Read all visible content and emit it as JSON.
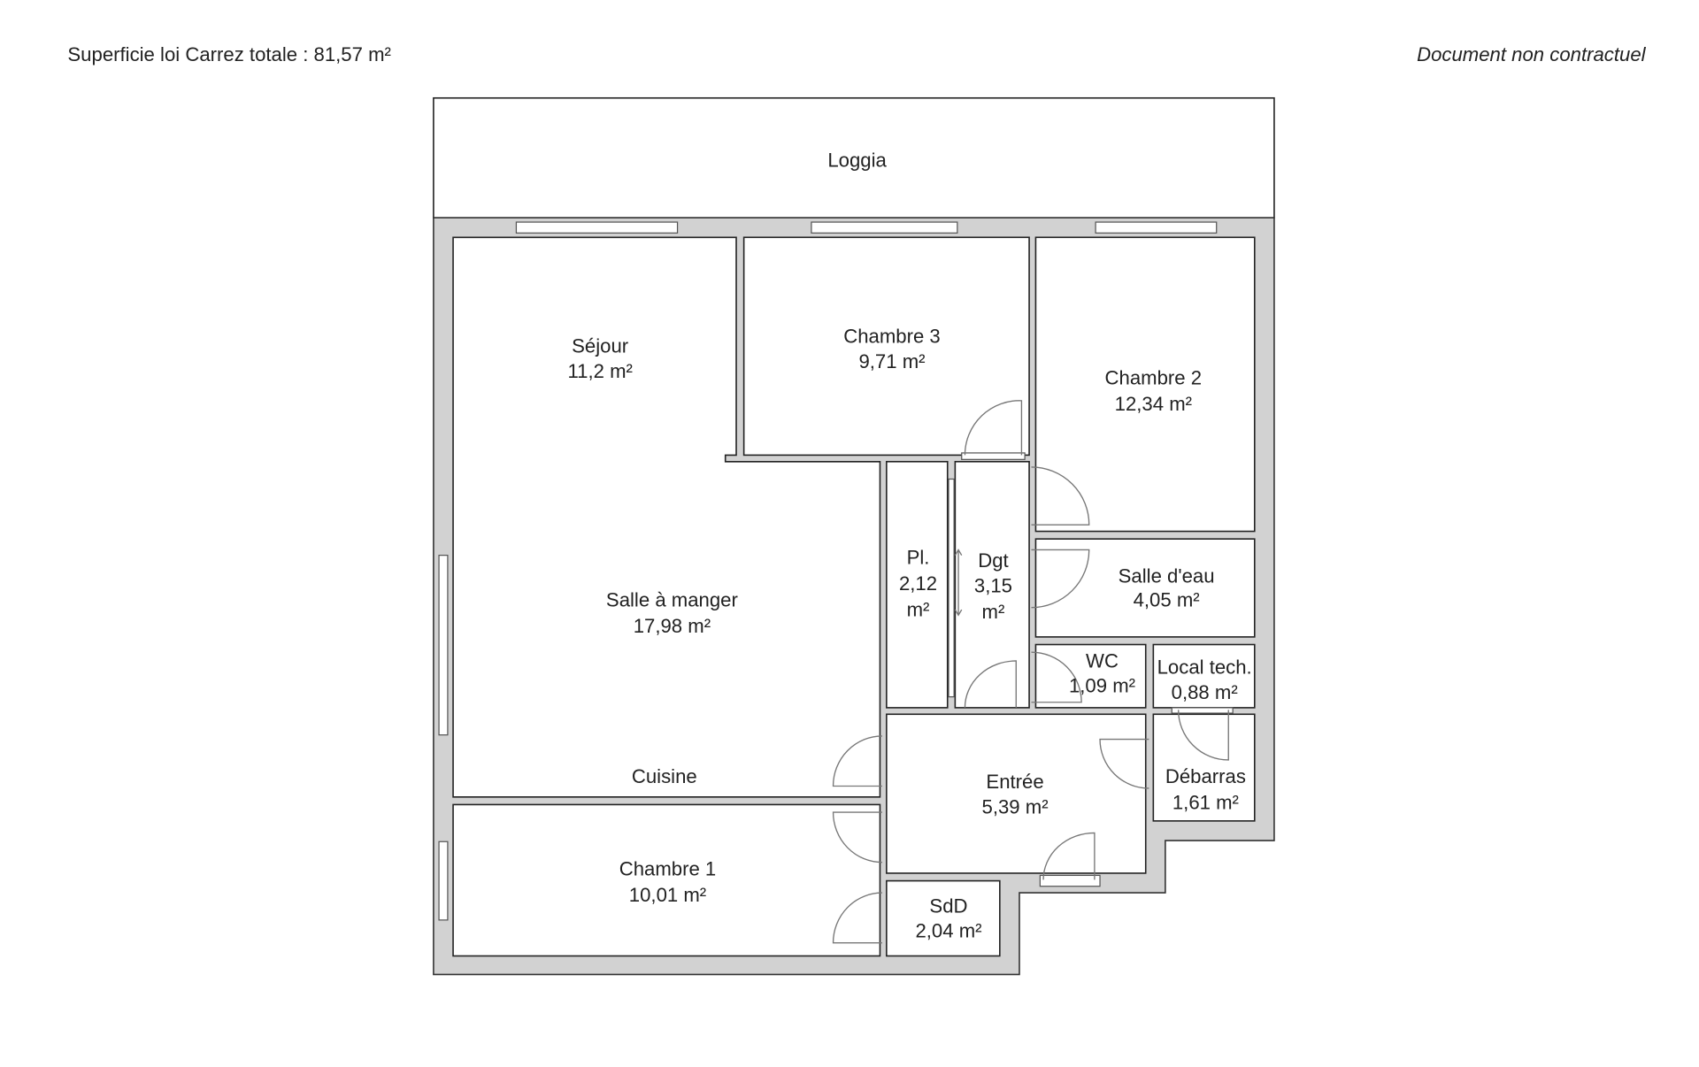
{
  "header": {
    "total_area": "Superficie loi Carrez totale :  81,57 m²",
    "disclaimer": "Document non contractuel"
  },
  "rooms": {
    "loggia": {
      "name": "Loggia"
    },
    "sejour": {
      "name": "Séjour",
      "area": "11,2 m²"
    },
    "chambre3": {
      "name": "Chambre 3",
      "area": "9,71 m²"
    },
    "chambre2": {
      "name": "Chambre 2",
      "area": "12,34 m²"
    },
    "salle_a_manger": {
      "name": "Salle à manger",
      "area": "17,98 m²"
    },
    "cuisine": {
      "name": "Cuisine"
    },
    "placard": {
      "name": "Pl.",
      "area_value": "2,12",
      "area_unit": "m²"
    },
    "degagement": {
      "name": "Dgt",
      "area_value": "3,15",
      "area_unit": "m²"
    },
    "salle_deau": {
      "name": "Salle d'eau",
      "area": "4,05 m²"
    },
    "wc": {
      "name": "WC",
      "area": "1,09 m²"
    },
    "local_tech": {
      "name": "Local tech.",
      "area": "0,88 m²"
    },
    "entree": {
      "name": "Entrée",
      "area": "5,39 m²"
    },
    "debarras": {
      "name": "Débarras",
      "area": "1,61 m²"
    },
    "chambre1": {
      "name": "Chambre 1",
      "area": "10,01 m²"
    },
    "sdd": {
      "name": "SdD",
      "area": "2,04 m²"
    }
  }
}
